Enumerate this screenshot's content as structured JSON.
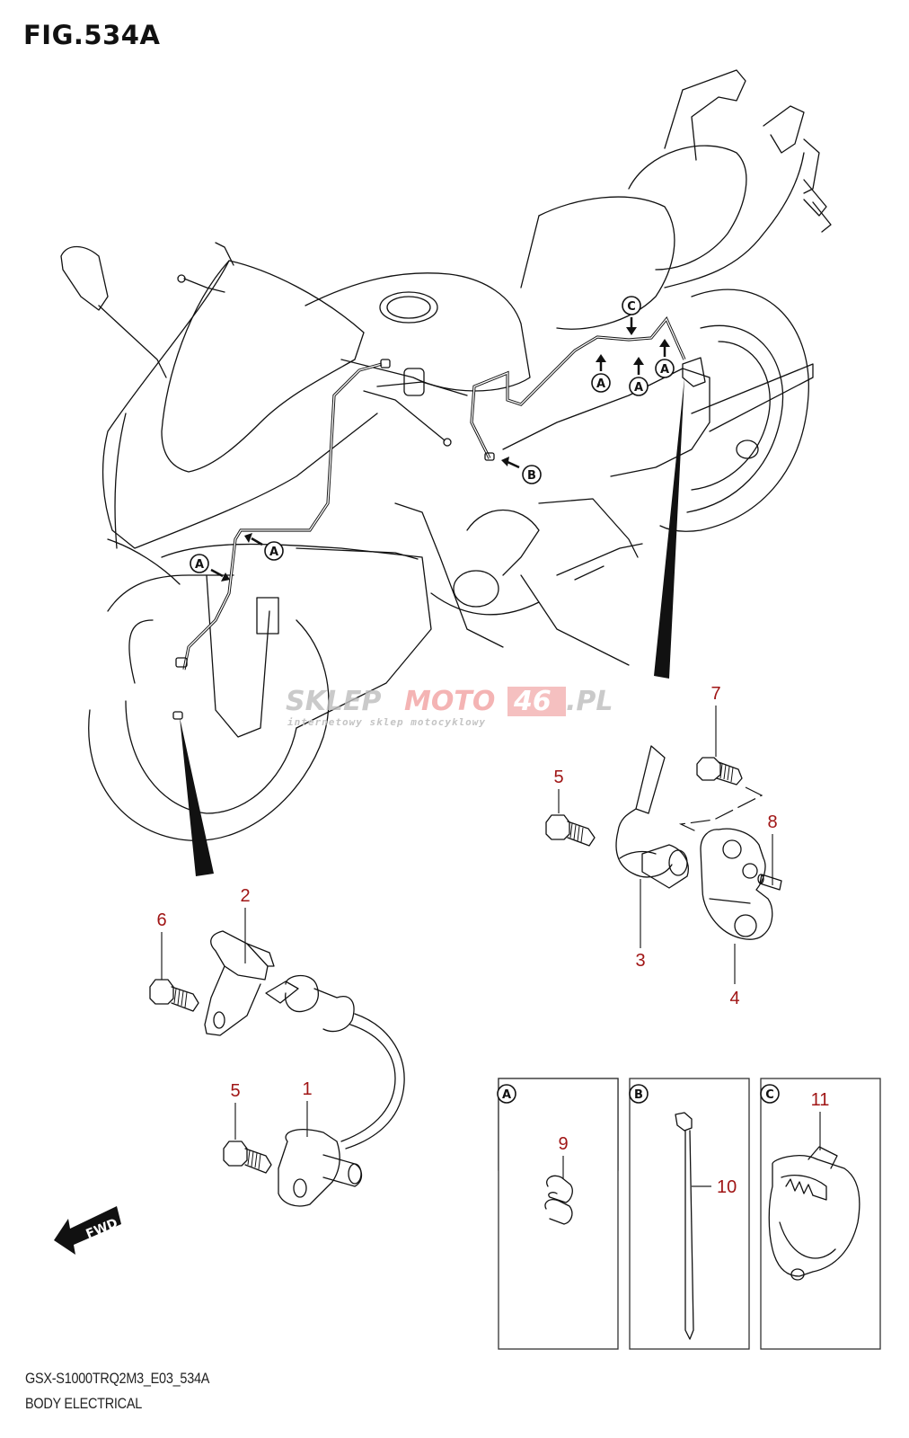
{
  "figure": {
    "title": "FIG.534A",
    "model_code": "GSX-S1000TRQ2M3_E03_534A",
    "section_name": "BODY ELECTRICAL"
  },
  "watermark": {
    "part1": "SKLEP",
    "part2": "MOTO",
    "part3": "46",
    "part4": ".PL",
    "subtitle": "internetowy sklep motocyklowy"
  },
  "colors": {
    "part_number": "#a01515",
    "line": "#111111",
    "watermark_red": "#f3a8a8",
    "watermark_grey": "#bdbdbd"
  },
  "callouts_on_bike": [
    {
      "letter": "C",
      "arrow": "down"
    },
    {
      "letter": "A",
      "arrow": "up"
    },
    {
      "letter": "A",
      "arrow": "up"
    },
    {
      "letter": "A",
      "arrow": "up"
    },
    {
      "letter": "B",
      "arrow": "up-left"
    },
    {
      "letter": "A",
      "arrow": "up-left"
    },
    {
      "letter": "A",
      "arrow": "down-right"
    }
  ],
  "parts": [
    {
      "number": "1",
      "description": "front wheel speed sensor"
    },
    {
      "number": "2",
      "description": "sensor holder"
    },
    {
      "number": "3",
      "description": "rear wheel speed sensor"
    },
    {
      "number": "4",
      "description": "sensor bracket"
    },
    {
      "number": "5",
      "description": "bolt"
    },
    {
      "number": "6",
      "description": "bolt"
    },
    {
      "number": "7",
      "description": "bolt"
    },
    {
      "number": "8",
      "description": "pin"
    },
    {
      "number": "9",
      "description": "clamp"
    },
    {
      "number": "10",
      "description": "cable tie"
    },
    {
      "number": "11",
      "description": "clamp"
    }
  ],
  "detail_boxes": [
    {
      "letter": "A",
      "part_number": "9"
    },
    {
      "letter": "B",
      "part_number": "10"
    },
    {
      "letter": "C",
      "part_number": "11"
    }
  ],
  "fwd_label": "FWD"
}
